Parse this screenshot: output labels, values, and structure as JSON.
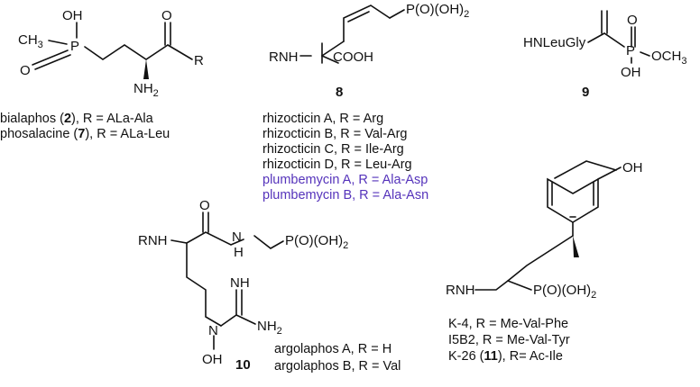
{
  "colors": {
    "ink": "#111111",
    "plumbemycin": "#5533bb",
    "background": "#ffffff"
  },
  "bialaphos": {
    "atoms": {
      "oh": "OH",
      "ch3": "CH",
      "ch3_sub": "3",
      "p": "P",
      "o": "O",
      "o_carbonyl": "O",
      "r": "R",
      "nh2": "NH",
      "nh2_sub": "2"
    },
    "labels": [
      {
        "pre": "bialaphos (",
        "num": "2",
        "post": "), R = ALa-Ala"
      },
      {
        "pre": "phosalacine (",
        "num": "7",
        "post": "), R = ALa-Leu"
      }
    ]
  },
  "rhizocticin": {
    "atoms": {
      "p_group": "P(O)(OH)",
      "p_group_sub": "2",
      "rnh": "RNH",
      "cooh": "COOH"
    },
    "number": "8",
    "labels": [
      "rhizocticin A, R = Arg",
      "rhizocticin B, R = Val-Arg",
      "rhizocticin C, R = Ile-Arg",
      "rhizocticin D, R = Leu-Arg"
    ],
    "plumbemycin_labels": [
      "plumbemycin A, R = Ala-Asp",
      "plumbemycin B, R = Ala-Asn"
    ]
  },
  "compound9": {
    "atoms": {
      "hnleugly": "HNLeuGly",
      "p": "P",
      "o_top": "O",
      "och3": "OCH",
      "och3_sub": "3",
      "oh": "OH"
    },
    "number": "9"
  },
  "argolaphos": {
    "atoms": {
      "rnh": "RNH",
      "o": "O",
      "n": "N",
      "h": "H",
      "p_group": "P(O)(OH)",
      "p_group_sub": "2",
      "nh": "NH",
      "nh2": "NH",
      "nh2_sub": "2",
      "n_lower": "N",
      "oh": "OH"
    },
    "number": "10",
    "labels": [
      "argolaphos A, R = H",
      "argolaphos B, R = Val"
    ]
  },
  "k26": {
    "atoms": {
      "oh": "OH",
      "rnh": "RNH",
      "p_group": "P(O)(OH)",
      "p_group_sub": "2"
    },
    "labels": [
      {
        "pre": "K-4, R = Me-Val-Phe",
        "num": "",
        "post": ""
      },
      {
        "pre": "I5B2, R = Me-Val-Tyr",
        "num": "",
        "post": ""
      },
      {
        "pre": "K-26 (",
        "num": "11",
        "post": "), R= Ac-Ile"
      }
    ]
  }
}
